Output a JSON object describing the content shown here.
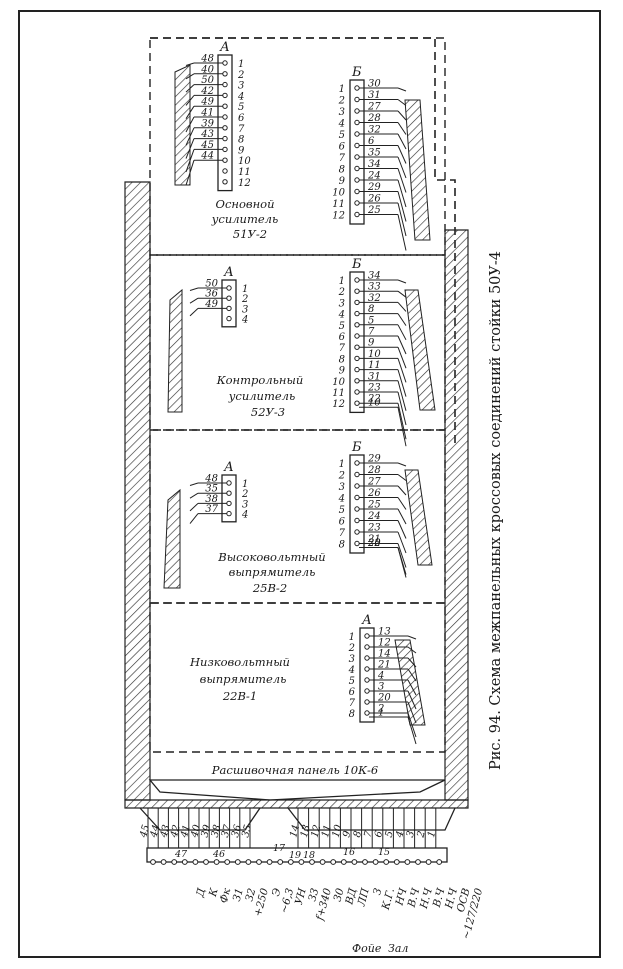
{
  "caption": "Рис. 94. Схема межпанельных кроссовых соединений стойки 50У-4",
  "panels": [
    {
      "name_lines": [
        "Основной",
        "усилитель",
        "51У-2"
      ],
      "blocks": [
        {
          "letter": "А",
          "pins": [
            "1",
            "2",
            "3",
            "4",
            "5",
            "6",
            "7",
            "8",
            "9",
            "10",
            "11",
            "12"
          ],
          "wires": [
            "48",
            "40",
            "50",
            "42",
            "49",
            "41",
            "39",
            "43",
            "45",
            "44"
          ]
        },
        {
          "letter": "Б",
          "pins": [
            "1",
            "2",
            "3",
            "4",
            "5",
            "6",
            "7",
            "8",
            "9",
            "10",
            "11",
            "12"
          ],
          "wires": [
            "30",
            "31",
            "27",
            "28",
            "32",
            "6",
            "35",
            "34",
            "24",
            "29",
            "26",
            "25"
          ]
        }
      ]
    },
    {
      "name_lines": [
        "Контрольный",
        "усилитель",
        "52У-3"
      ],
      "blocks": [
        {
          "letter": "А",
          "pins": [
            "1",
            "2",
            "3",
            "4"
          ],
          "wires": [
            "50",
            "36",
            "49"
          ]
        },
        {
          "letter": "Б",
          "pins": [
            "1",
            "2",
            "3",
            "4",
            "5",
            "6",
            "7",
            "8",
            "9",
            "10",
            "11",
            "12"
          ],
          "wires": [
            "34",
            "33",
            "32",
            "8",
            "5",
            "7",
            "9",
            "10",
            "11",
            "31",
            "23",
            "22",
            "10"
          ]
        }
      ]
    },
    {
      "name_lines": [
        "Высоковольтный",
        "выпрямитель",
        "25В-2"
      ],
      "blocks": [
        {
          "letter": "А",
          "pins": [
            "1",
            "2",
            "3",
            "4"
          ],
          "wires": [
            "48",
            "35",
            "38",
            "37"
          ]
        },
        {
          "letter": "Б",
          "pins": [
            "1",
            "2",
            "3",
            "4",
            "5",
            "6",
            "7",
            "8"
          ],
          "wires": [
            "29",
            "28",
            "27",
            "26",
            "25",
            "24",
            "23",
            "21",
            "22",
            "20"
          ]
        }
      ]
    },
    {
      "name_lines": [
        "Низковольтный",
        "выпрямитель",
        "22В-1"
      ],
      "blocks": [
        {
          "letter": "А",
          "pins": [
            "1",
            "2",
            "3",
            "4",
            "5",
            "6",
            "7",
            "8"
          ],
          "wires": [
            "13",
            "12",
            "14",
            "21",
            "4",
            "3",
            "20",
            "2",
            "1"
          ]
        }
      ]
    }
  ],
  "bottom_panel": "Расшивочная панель 10К-6",
  "terminal_numbers_left": [
    "45",
    "44",
    "43",
    "42",
    "41",
    "40",
    "39",
    "38",
    "37",
    "36",
    "35"
  ],
  "terminal_numbers_right": [
    "14",
    "13",
    "12",
    "11",
    "10",
    "9",
    "8",
    "7",
    "6",
    "5",
    "4",
    "3",
    "2",
    "1"
  ],
  "inner_numbers": [
    "47",
    "46",
    "17",
    "19",
    "18",
    "16",
    "15"
  ],
  "bottom_labels": [
    "Д",
    "К",
    "Фк",
    "З1",
    "З2",
    "+250",
    "Э",
    "~6,3",
    "УН",
    "З3",
    "f+340",
    "30",
    "ВД",
    "ЛП",
    "З",
    "К.Г.",
    "НЧ",
    "В.Ч",
    "Н.Ч",
    "В.Ч",
    "Н.Ч",
    "ОСВ",
    "~127/220"
  ],
  "group_labels": [
    "Фойе",
    "Зал"
  ]
}
